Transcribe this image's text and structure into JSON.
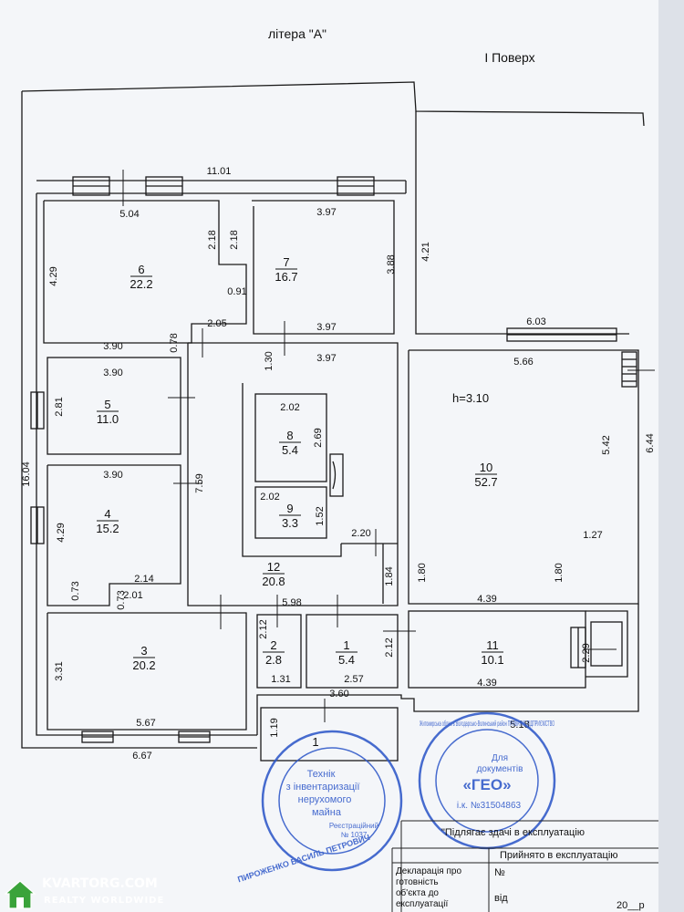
{
  "header": {
    "litera": "літера \"А\"",
    "floor": "І Поверх"
  },
  "ceiling_height": "h=3.10",
  "rooms": [
    {
      "number": "6",
      "area": "22.2"
    },
    {
      "number": "7",
      "area": "16.7"
    },
    {
      "number": "5",
      "area": "11.0"
    },
    {
      "number": "8",
      "area": "5.4"
    },
    {
      "number": "9",
      "area": "3.3"
    },
    {
      "number": "10",
      "area": "52.7"
    },
    {
      "number": "4",
      "area": "15.2"
    },
    {
      "number": "12",
      "area": "20.8"
    },
    {
      "number": "3",
      "area": "20.2"
    },
    {
      "number": "2",
      "area": "2.8"
    },
    {
      "number": "1",
      "area": "5.4"
    },
    {
      "number": "11",
      "area": "10.1"
    },
    {
      "number": "1",
      "area": ""
    }
  ],
  "dimensions": [
    "11.01",
    "5.04",
    "2.18",
    "2.18",
    "3.97",
    "4.21",
    "4.29",
    "0.91",
    "3.88",
    "2.05",
    "3.97",
    "6.03",
    "3.90",
    "0.78",
    "1.30",
    "3.97",
    "5.66",
    "3.90",
    "2.02",
    "2.81",
    "2.69",
    "5.42",
    "6.44",
    "16.04",
    "3.90",
    "7.59",
    "2.02",
    "1.52",
    "4.29",
    "2.20",
    "1.27",
    "1.80",
    "1.80",
    "1.84",
    "2.14",
    "0.73",
    "0.73",
    "2.01",
    "4.39",
    "5.98",
    "2.12",
    "2.12",
    "2.29",
    "3.31",
    "1.31",
    "2.57",
    "4.39",
    "5.67",
    "3.60",
    "5.18",
    "1.19",
    "6.67"
  ],
  "stamps": {
    "left_inner": [
      "Технік",
      "з інвентаризації",
      "нерухомого",
      "майна"
    ],
    "left_reg": [
      "Реєстраційний",
      "№ 1037"
    ],
    "left_name": "ПИРОЖЕНКО ВАСИЛЬ ПЕТРОВИЧ",
    "right_ring": "Житомирська область Володарсько-Волинський район ПРИВАТНЕ ПІДПРИЄМСТВО",
    "right_inner": [
      "Для",
      "документів"
    ],
    "right_brand": "«ГЕО»",
    "right_code": "і.к. №31504863"
  },
  "form": {
    "line1": "\"Підлягає здачі в експлуатацію",
    "line2": "Прийнято в експлуатацію",
    "decl": [
      "Декларація про",
      "готовність",
      "об'єкта до",
      "експлуатації"
    ],
    "no": "№",
    "vid": "від",
    "year": "20__р"
  },
  "watermark": {
    "brand": "KVARTORG.COM",
    "tagline": "REALTY WORLDWIDE"
  }
}
